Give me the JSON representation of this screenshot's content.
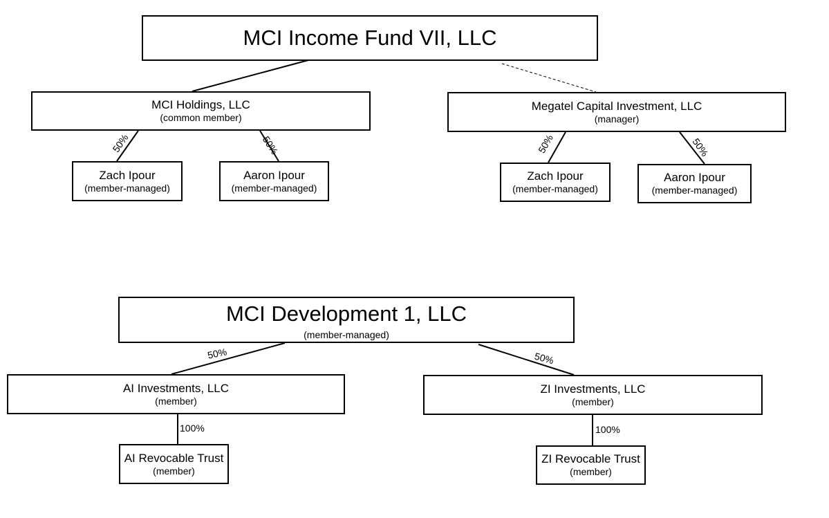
{
  "chart1": {
    "root": {
      "title": "MCI Income Fund VII, LLC"
    },
    "holdings": {
      "name": "MCI Holdings, LLC",
      "role": "(common member)"
    },
    "megatel": {
      "name": "Megatel Capital Investment, LLC",
      "role": "(manager)"
    },
    "holdings_children": [
      {
        "name": "Zach Ipour",
        "role": "(member-managed)",
        "share": "50%"
      },
      {
        "name": "Aaron Ipour",
        "role": "(member-managed)",
        "share": "50%"
      }
    ],
    "megatel_children": [
      {
        "name": "Zach Ipour",
        "role": "(member-managed)",
        "share": "50%"
      },
      {
        "name": "Aaron Ipour",
        "role": "(member-managed)",
        "share": "50%"
      }
    ]
  },
  "chart2": {
    "root": {
      "title": "MCI Development 1, LLC",
      "role": "(member-managed)"
    },
    "ai": {
      "name": "AI Investments, LLC",
      "role": "(member)",
      "share": "50%"
    },
    "zi": {
      "name": "ZI Investments, LLC",
      "role": "(member)",
      "share": "50%"
    },
    "ai_trust": {
      "name": "AI Revocable Trust",
      "role": "(member)",
      "share": "100%"
    },
    "zi_trust": {
      "name": "ZI Revocable Trust",
      "role": "(member)",
      "share": "100%"
    }
  }
}
